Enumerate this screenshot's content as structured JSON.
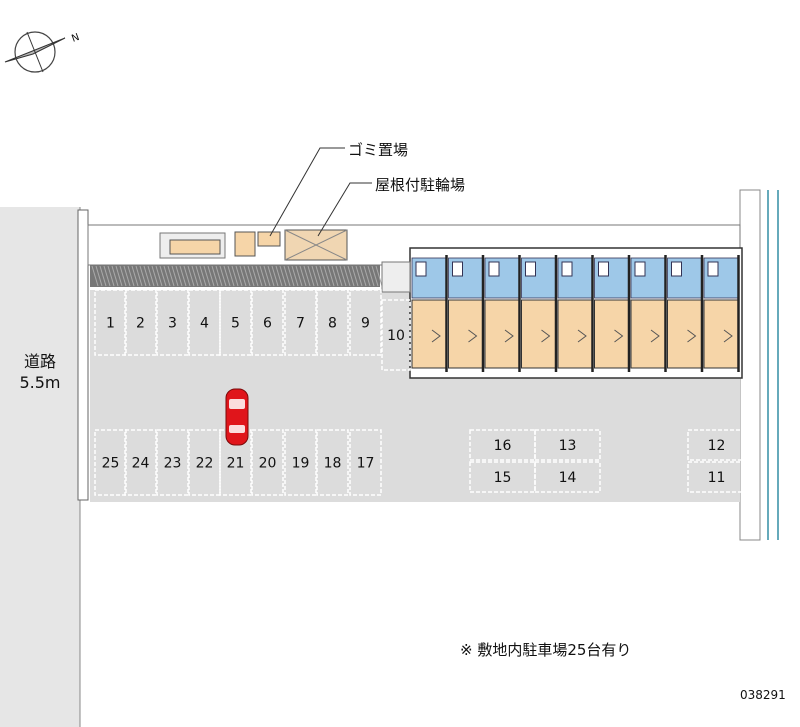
{
  "labels": {
    "garbage": "ゴミ置場",
    "bike": "屋根付駐輪場",
    "road_name": "道路",
    "road_width": "5.5m",
    "compass_n": "N",
    "footnote": "※ 敷地内駐車場25台有り",
    "code": "038291"
  },
  "colors": {
    "ground": "#dcdcdc",
    "slot_line": "#ffffff",
    "wall": "#555555",
    "unit_floor": "#f6d5a8",
    "stair_blue": "#9ec8e8",
    "car_red": "#e0151b",
    "road": "#e6e6e6"
  },
  "slots": {
    "top_row": [
      "1",
      "2",
      "3",
      "4",
      "5",
      "6",
      "7",
      "8",
      "9"
    ],
    "slot_10": "10",
    "bottom_row": [
      "25",
      "24",
      "23",
      "22",
      "21",
      "20",
      "19",
      "18",
      "17"
    ],
    "mid_top": [
      "16",
      "13"
    ],
    "mid_bottom": [
      "15",
      "14"
    ],
    "right": [
      "12",
      "11"
    ]
  },
  "units_count": 9
}
